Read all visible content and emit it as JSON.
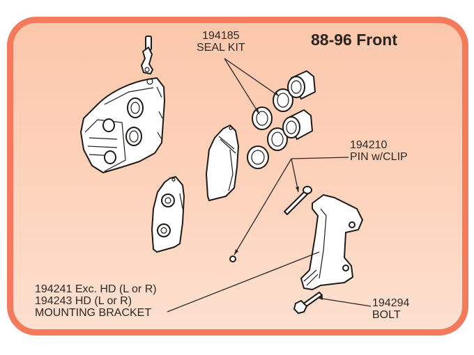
{
  "diagram": {
    "title": "88-96 Front",
    "colors": {
      "border": "#f47a5c",
      "background_top": "#fcc8ac",
      "background_bottom": "#fde0d0",
      "text": "#2c2624"
    },
    "callouts": {
      "seal_kit": {
        "part_number": "194185",
        "name": "SEAL KIT"
      },
      "pin": {
        "part_number": "194210",
        "name": "PIN w/CLIP"
      },
      "bracket": {
        "line1": "194241 Exc. HD (L or R)",
        "line2": "194243 HD (L or R)",
        "name": "MOUNTING BRACKET"
      },
      "bolt": {
        "part_number": "194294",
        "name": "BOLT"
      }
    },
    "parts": [
      "brake-caliper",
      "bleeder-fitting",
      "inner-brake-pad",
      "outer-brake-pad",
      "piston-seals",
      "pistons",
      "guide-pin",
      "pin-clip",
      "mounting-bracket",
      "bracket-bolt"
    ]
  }
}
